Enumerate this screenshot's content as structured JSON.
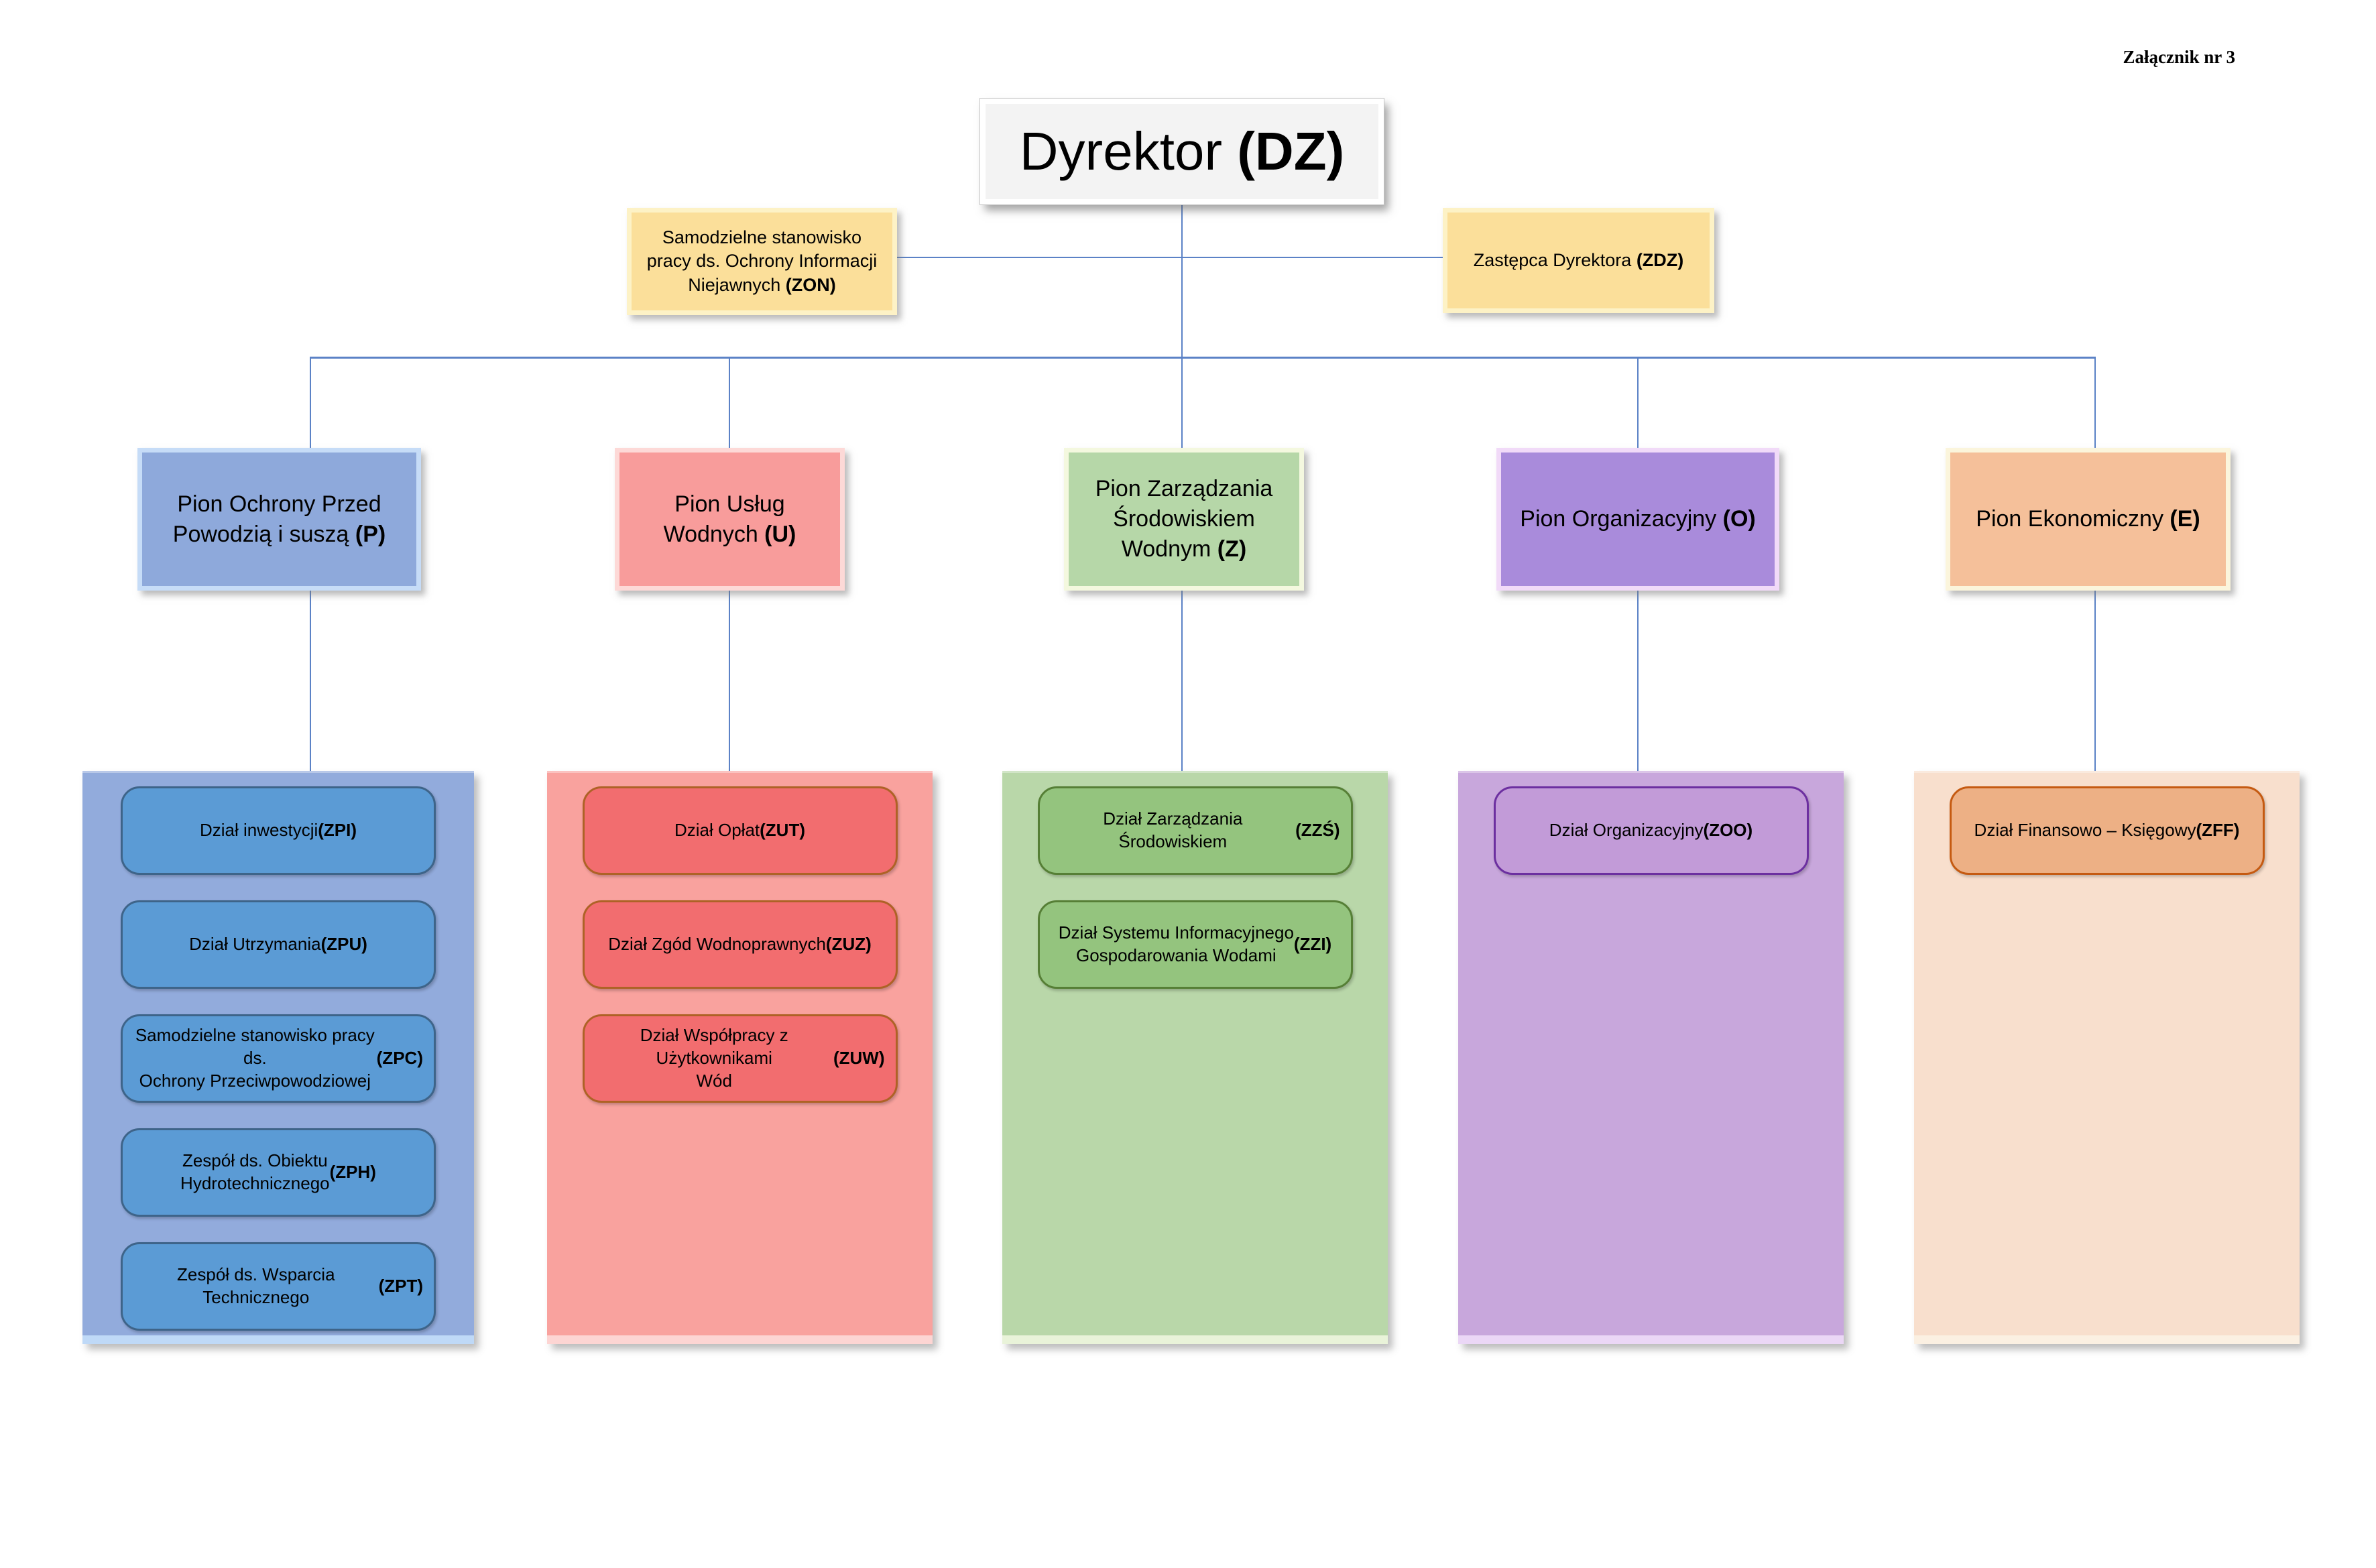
{
  "annotation": "Załącznik nr 3",
  "colors": {
    "connector": "#5B82C6",
    "root_fill": "#F3F3F3",
    "staff_fill": "#FBDF9A"
  },
  "chart": {
    "root": {
      "label": "Dyrektor",
      "code": "(DZ)"
    },
    "staff": {
      "lines": [
        "Samodzielne stanowisko",
        "pracy ds. Ochrony Informacji",
        "Niejawnych"
      ],
      "code": "(ZON)"
    },
    "deputy": {
      "label": "Zastępca Dyrektora",
      "code": "(ZDZ)"
    },
    "divisions": [
      {
        "key": "p",
        "lines": [
          "Pion Ochrony Przed",
          "Powodzią i suszą"
        ],
        "code": "(P)",
        "palette": {
          "fill": "#8EA9DB",
          "container": "#92ABDC",
          "unit_fill": "#5B9BD5",
          "unit_border": "#3E6489"
        },
        "units": [
          {
            "label": "Dział inwestycji",
            "code": "(ZPI)",
            "br": false
          },
          {
            "label": "Dział Utrzymania",
            "code": "(ZPU)",
            "br": false
          },
          {
            "lines": [
              "Samodzielne stanowisko pracy ds.",
              "Ochrony Przeciwpowodziowej"
            ],
            "code": "(ZPC)",
            "br": true
          },
          {
            "lines": [
              "Zespół ds. Obiektu",
              "Hydrotechnicznego"
            ],
            "code": "(ZPH)",
            "br": false
          },
          {
            "label": "Zespół ds. Wsparcia Technicznego",
            "code": "(ZPT)",
            "br": true
          }
        ]
      },
      {
        "key": "u",
        "lines": [
          "Pion Usług",
          "Wodnych"
        ],
        "code": "(U)",
        "palette": {
          "fill": "#F89C9B",
          "container": "#F9A29E",
          "unit_fill": "#F26D6F",
          "unit_border": "#AE6226"
        },
        "units": [
          {
            "label": "Dział Opłat",
            "code": "(ZUT)",
            "br": true
          },
          {
            "label": "Dział Zgód Wodnoprawnych",
            "code": "(ZUZ)",
            "br": false
          },
          {
            "lines": [
              "Dział Współpracy z Użytkownikami",
              "Wód"
            ],
            "code": "(ZUW)",
            "br": false
          }
        ]
      },
      {
        "key": "z",
        "lines": [
          "Pion Zarządzania",
          "Środowiskiem",
          "Wodnym"
        ],
        "code": "(Z)",
        "palette": {
          "fill": "#B6D7A8",
          "container": "#B9D7A9",
          "unit_fill": "#94C47E",
          "unit_border": "#567F36"
        },
        "units": [
          {
            "label": "Dział Zarządzania Środowiskiem",
            "code": "(ZZŚ)",
            "br": true
          },
          {
            "lines": [
              "Dział Systemu Informacyjnego",
              "Gospodarowania Wodami"
            ],
            "code": "(ZZI)",
            "br": false
          }
        ]
      },
      {
        "key": "o",
        "label": "Pion Organizacyjny",
        "code": "(O)",
        "palette": {
          "fill": "#A98BDB",
          "container": "#C8A7DC",
          "unit_fill": "#C29BD8",
          "unit_border": "#6C2FA0"
        },
        "units": [
          {
            "label": "Dział Organizacyjny",
            "code": "(ZOO)",
            "br": false
          }
        ]
      },
      {
        "key": "e",
        "label": "Pion Ekonomiczny",
        "code": "(E)",
        "palette": {
          "fill": "#F5C09A",
          "container": "#F8DFCD",
          "unit_fill": "#EDB085",
          "unit_border": "#C55A11"
        },
        "units": [
          {
            "label": "Dział Finansowo – Księgowy",
            "code": "(ZFF)",
            "br": false
          }
        ]
      }
    ]
  }
}
